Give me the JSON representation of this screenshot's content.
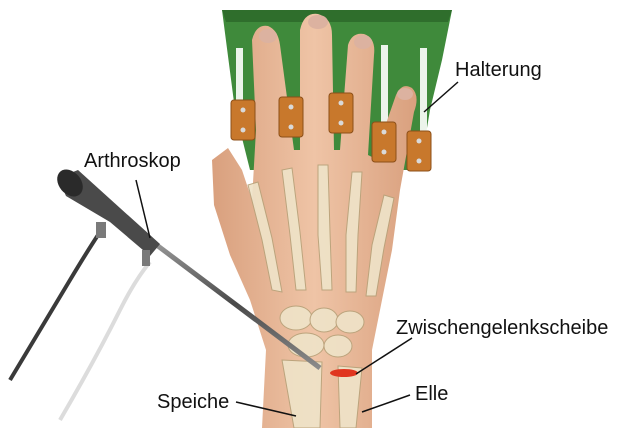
{
  "labels": {
    "arthroscope": "Arthroskop",
    "holder": "Halterung",
    "disc": "Zwischengelenkscheibe",
    "radius": "Speiche",
    "ulna": "Elle"
  },
  "colors": {
    "holder_green": "#3f8a3b",
    "clip_orange": "#c8782c",
    "disc_red": "#e0351f",
    "skin": "#e9b898",
    "bone": "#efe3c8",
    "instrument": "#5a5a5a"
  }
}
